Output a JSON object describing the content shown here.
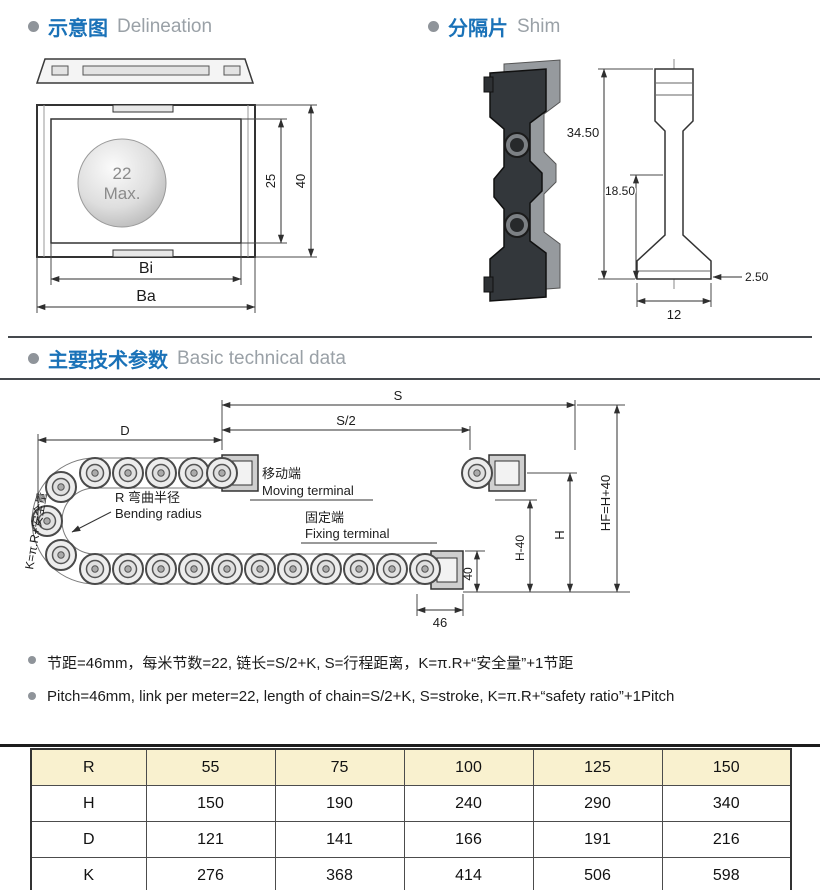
{
  "sections": {
    "delineation": {
      "zh": "示意图",
      "en": "Delineation"
    },
    "shim": {
      "zh": "分隔片",
      "en": "Shim"
    },
    "technical": {
      "zh": "主要技术参数",
      "en": "Basic technical data"
    }
  },
  "delineation_diagram": {
    "ball_top": "22",
    "ball_bottom": "Max.",
    "dim_inner_height": "25",
    "dim_outer_height": "40",
    "dim_inner_width": "Bi",
    "dim_outer_width": "Ba"
  },
  "shim_diagram": {
    "dim_total_height": "34.50",
    "dim_partial_height": "18.50",
    "dim_lip": "2.50",
    "dim_base_width": "12"
  },
  "chain_diagram": {
    "dim_stroke": "S",
    "dim_half_stroke": "S/2",
    "dim_bend_depth": "D",
    "dim_height": "H",
    "dim_height_minus": "H-40",
    "dim_height_fixed": "HF=H+40",
    "dim_block": "40",
    "dim_pitch": "46",
    "k_formula": "K=π.R+安全量",
    "moving_terminal_zh": "移动端",
    "moving_terminal_en": "Moving terminal",
    "fixing_terminal_zh": "固定端",
    "fixing_terminal_en": "Fixing terminal",
    "bending_radius_zh": "R 弯曲半径",
    "bending_radius_en": "Bending radius"
  },
  "notes": {
    "zh": "节距=46mm，每米节数=22, 链长=S/2+K, S=行程距离，K=π.R+“安全量”+1节距",
    "en": "Pitch=46mm, link per meter=22, length of chain=S/2+K, S=stroke, K=π.R+“safety ratio”+1Pitch"
  },
  "table": {
    "rows": [
      {
        "label": "R",
        "values": [
          "55",
          "75",
          "100",
          "125",
          "150"
        ]
      },
      {
        "label": "H",
        "values": [
          "150",
          "190",
          "240",
          "290",
          "340"
        ]
      },
      {
        "label": "D",
        "values": [
          "121",
          "141",
          "166",
          "191",
          "216"
        ]
      },
      {
        "label": "K",
        "values": [
          "276",
          "368",
          "414",
          "506",
          "598"
        ]
      }
    ]
  }
}
